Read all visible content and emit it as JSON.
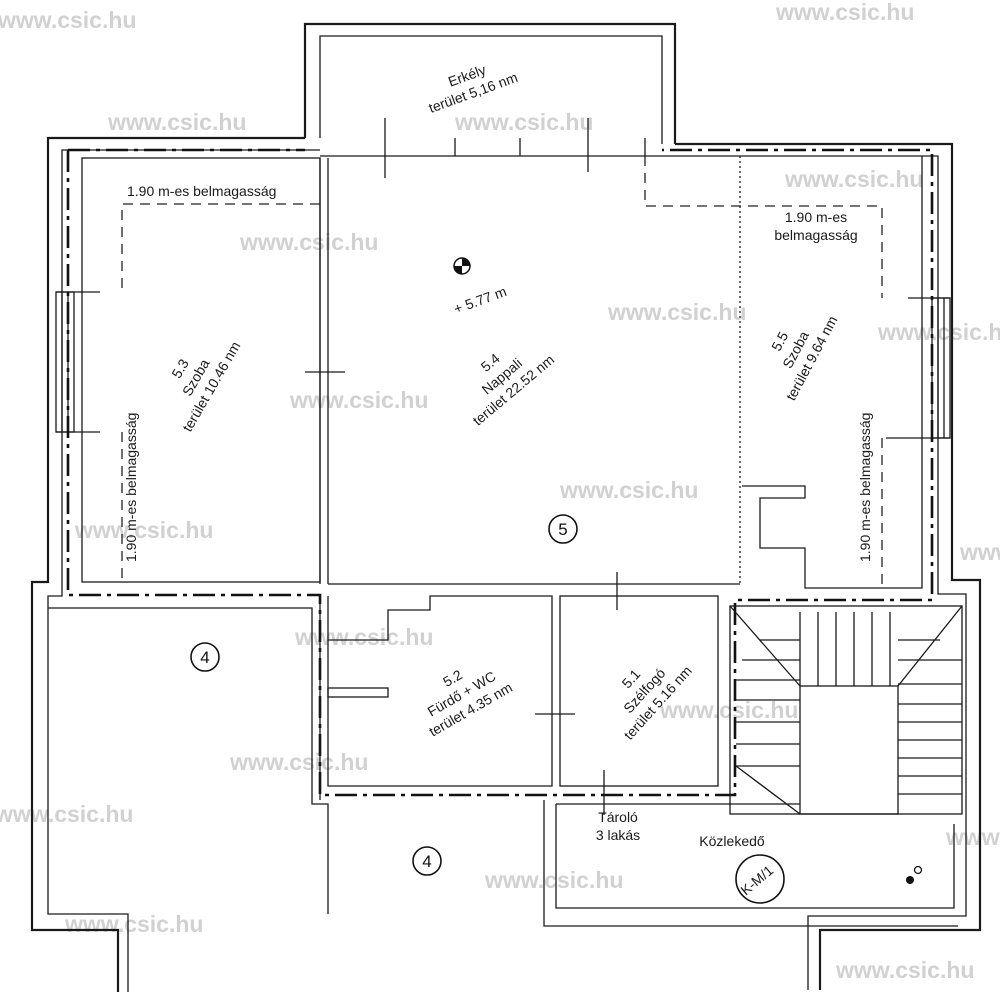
{
  "balcony": {
    "name": "Erkély",
    "area": "terület 5,16 nm"
  },
  "ceiling_label": "1.90 m-es belmagasság",
  "ceiling_label_split": {
    "line1": "1.90 m-es",
    "line2": "belmagasság"
  },
  "level": {
    "value": "+ 5.77 m"
  },
  "rooms": {
    "r53": {
      "code": "5.3",
      "name": "Szoba",
      "area": "terület 10.46 nm"
    },
    "r54": {
      "code": "5.4",
      "name": "Nappali",
      "area": "terület 22.52 nm"
    },
    "r55": {
      "code": "5.5",
      "name": "Szoba",
      "area": "terület 9.64 nm"
    },
    "r52": {
      "code": "5.2",
      "name": "Fürdő + WC",
      "area": "terület 4.35 nm"
    },
    "r51": {
      "code": "5.1",
      "name": "Szélfogó",
      "area": "terület 5.16 nm"
    }
  },
  "storage": {
    "line1": "Tároló",
    "line2": "3 lakás"
  },
  "corridor": {
    "name": "Közlekedő"
  },
  "markers": {
    "unit5": "5",
    "unit4a": "4",
    "unit4b": "4",
    "km1": "K-M/1"
  },
  "watermark": "www.csic.hu"
}
